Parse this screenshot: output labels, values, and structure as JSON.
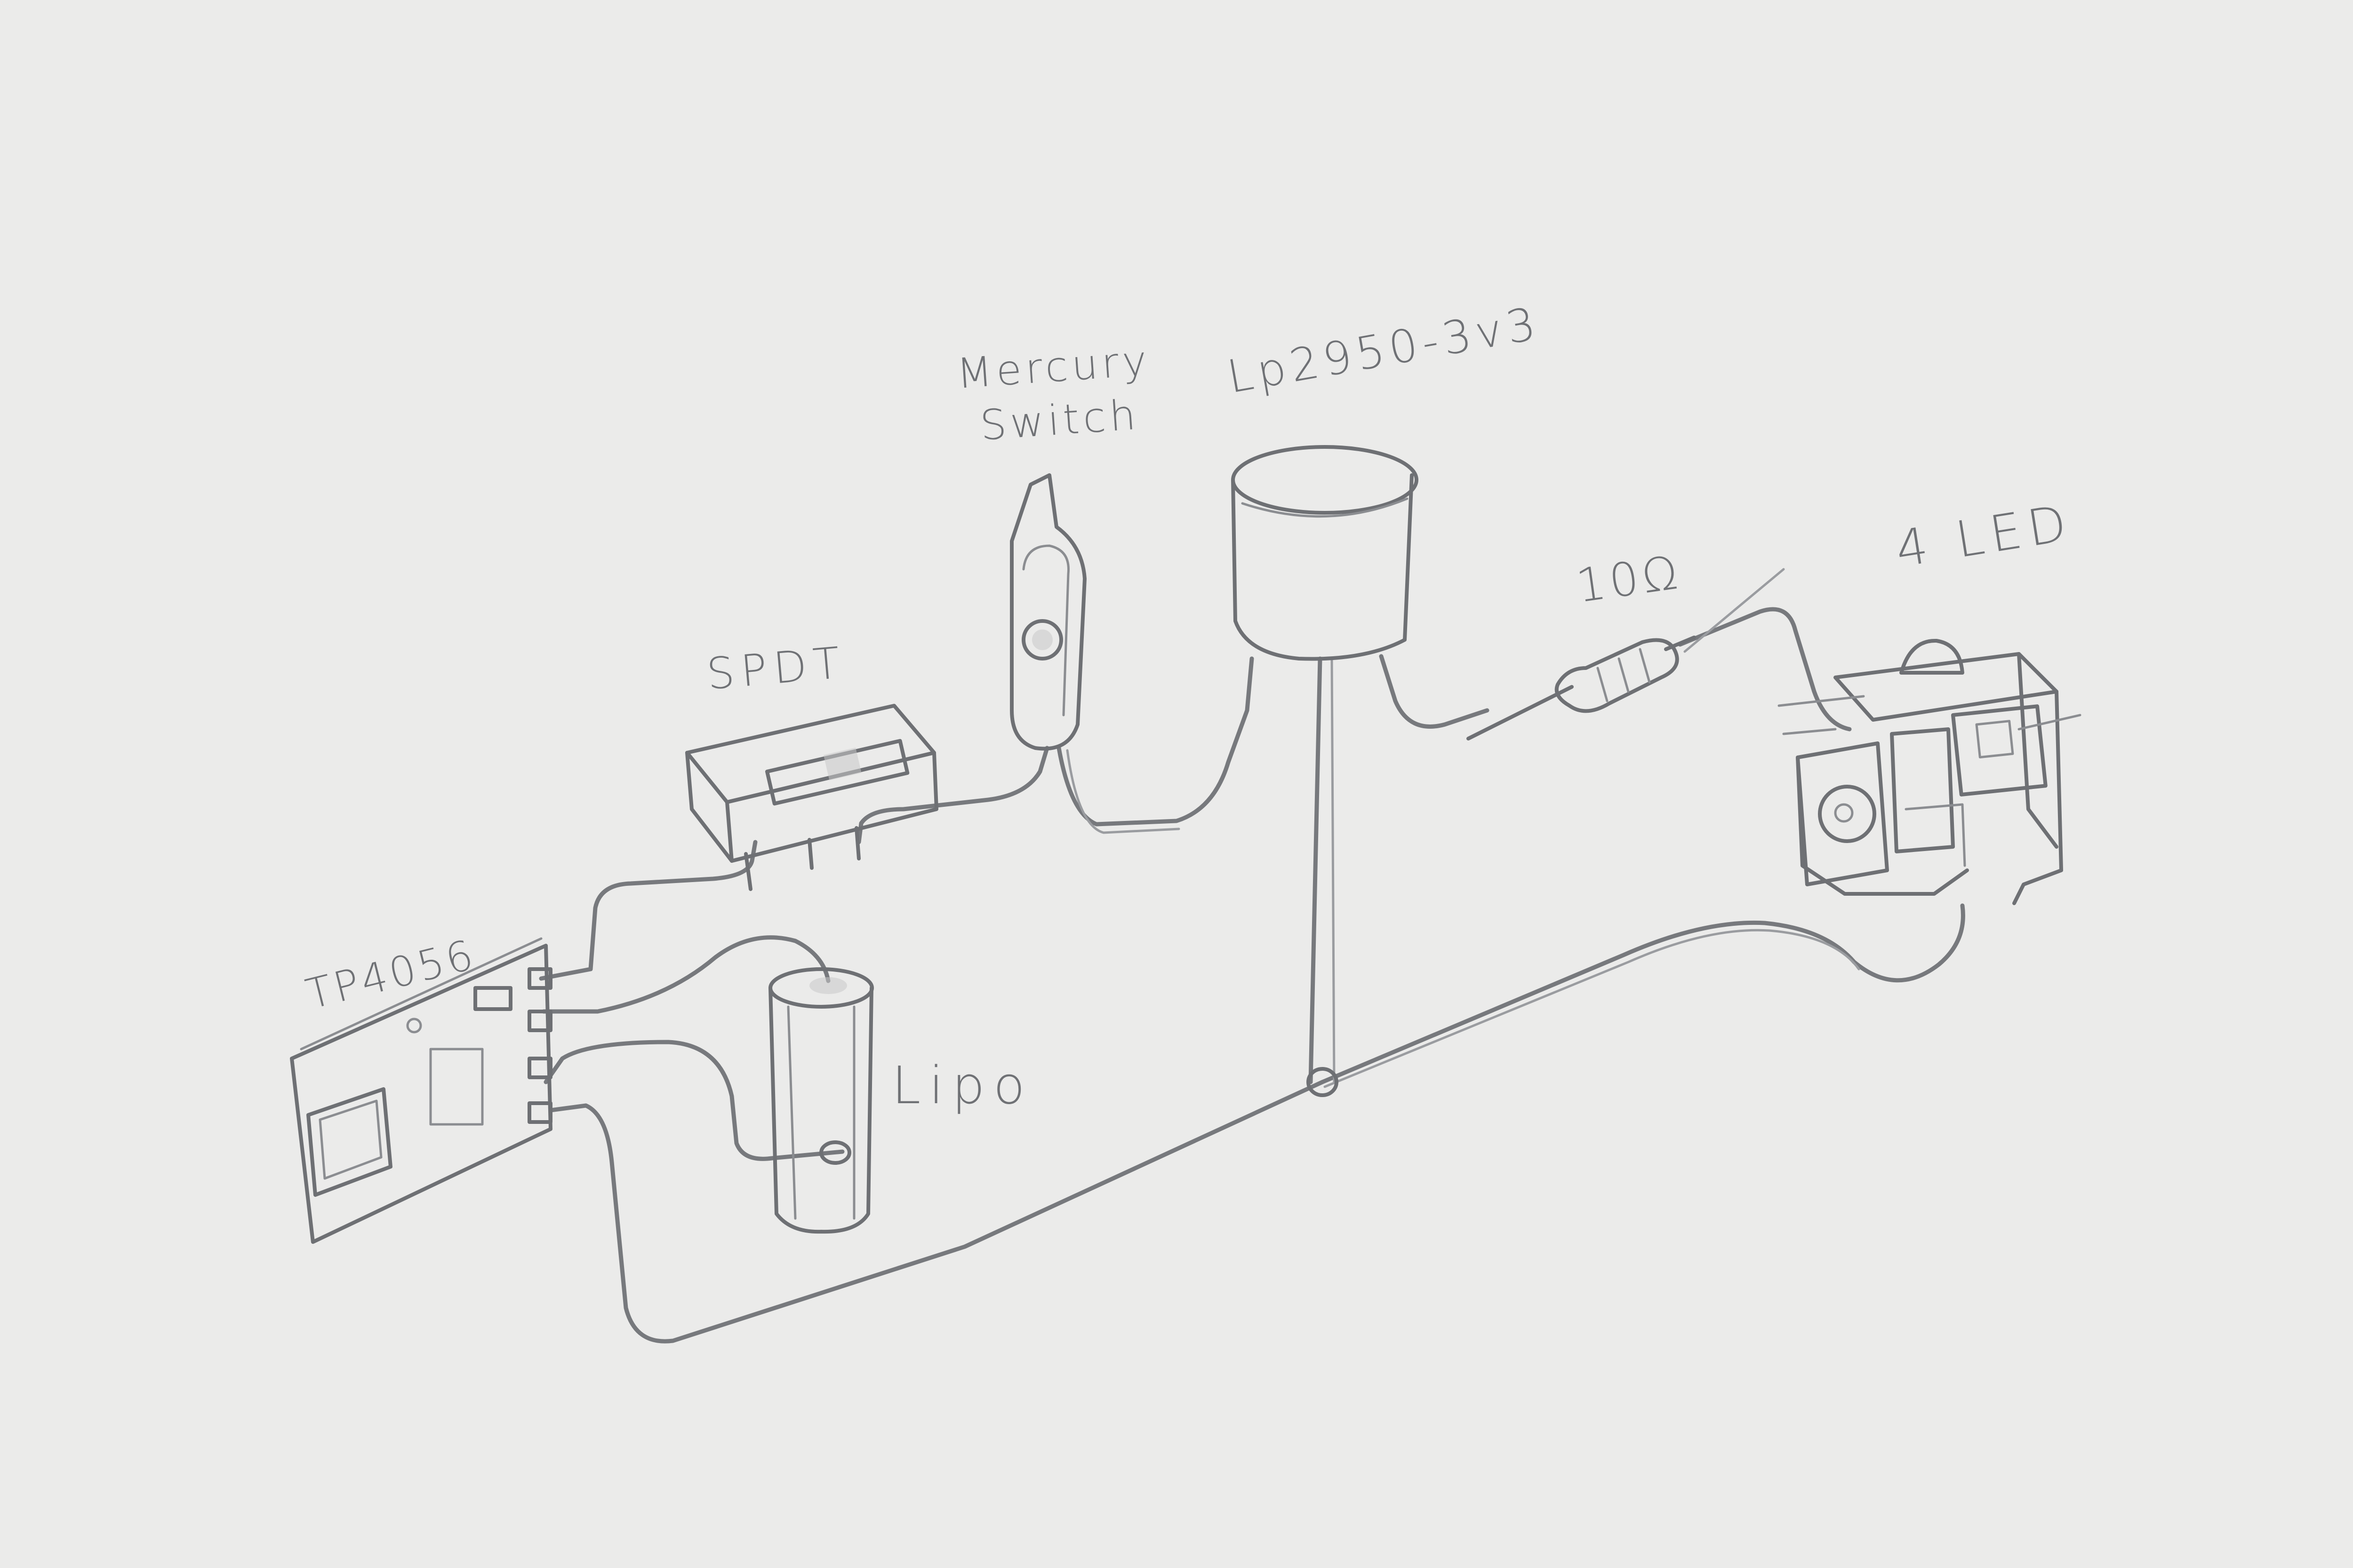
{
  "labels": {
    "charger": "TP4056",
    "switch": "SPDT",
    "tilt_line1": "Mercury",
    "tilt_line2": "Switch",
    "regulator": "Lp2950-3v3",
    "resistor": "10Ω",
    "leds": "4 LED",
    "battery": "Lipo"
  },
  "colors": {
    "paper": "#ebebea",
    "pencil": "#6e7074",
    "pencil_light": "#9a9ca0"
  }
}
